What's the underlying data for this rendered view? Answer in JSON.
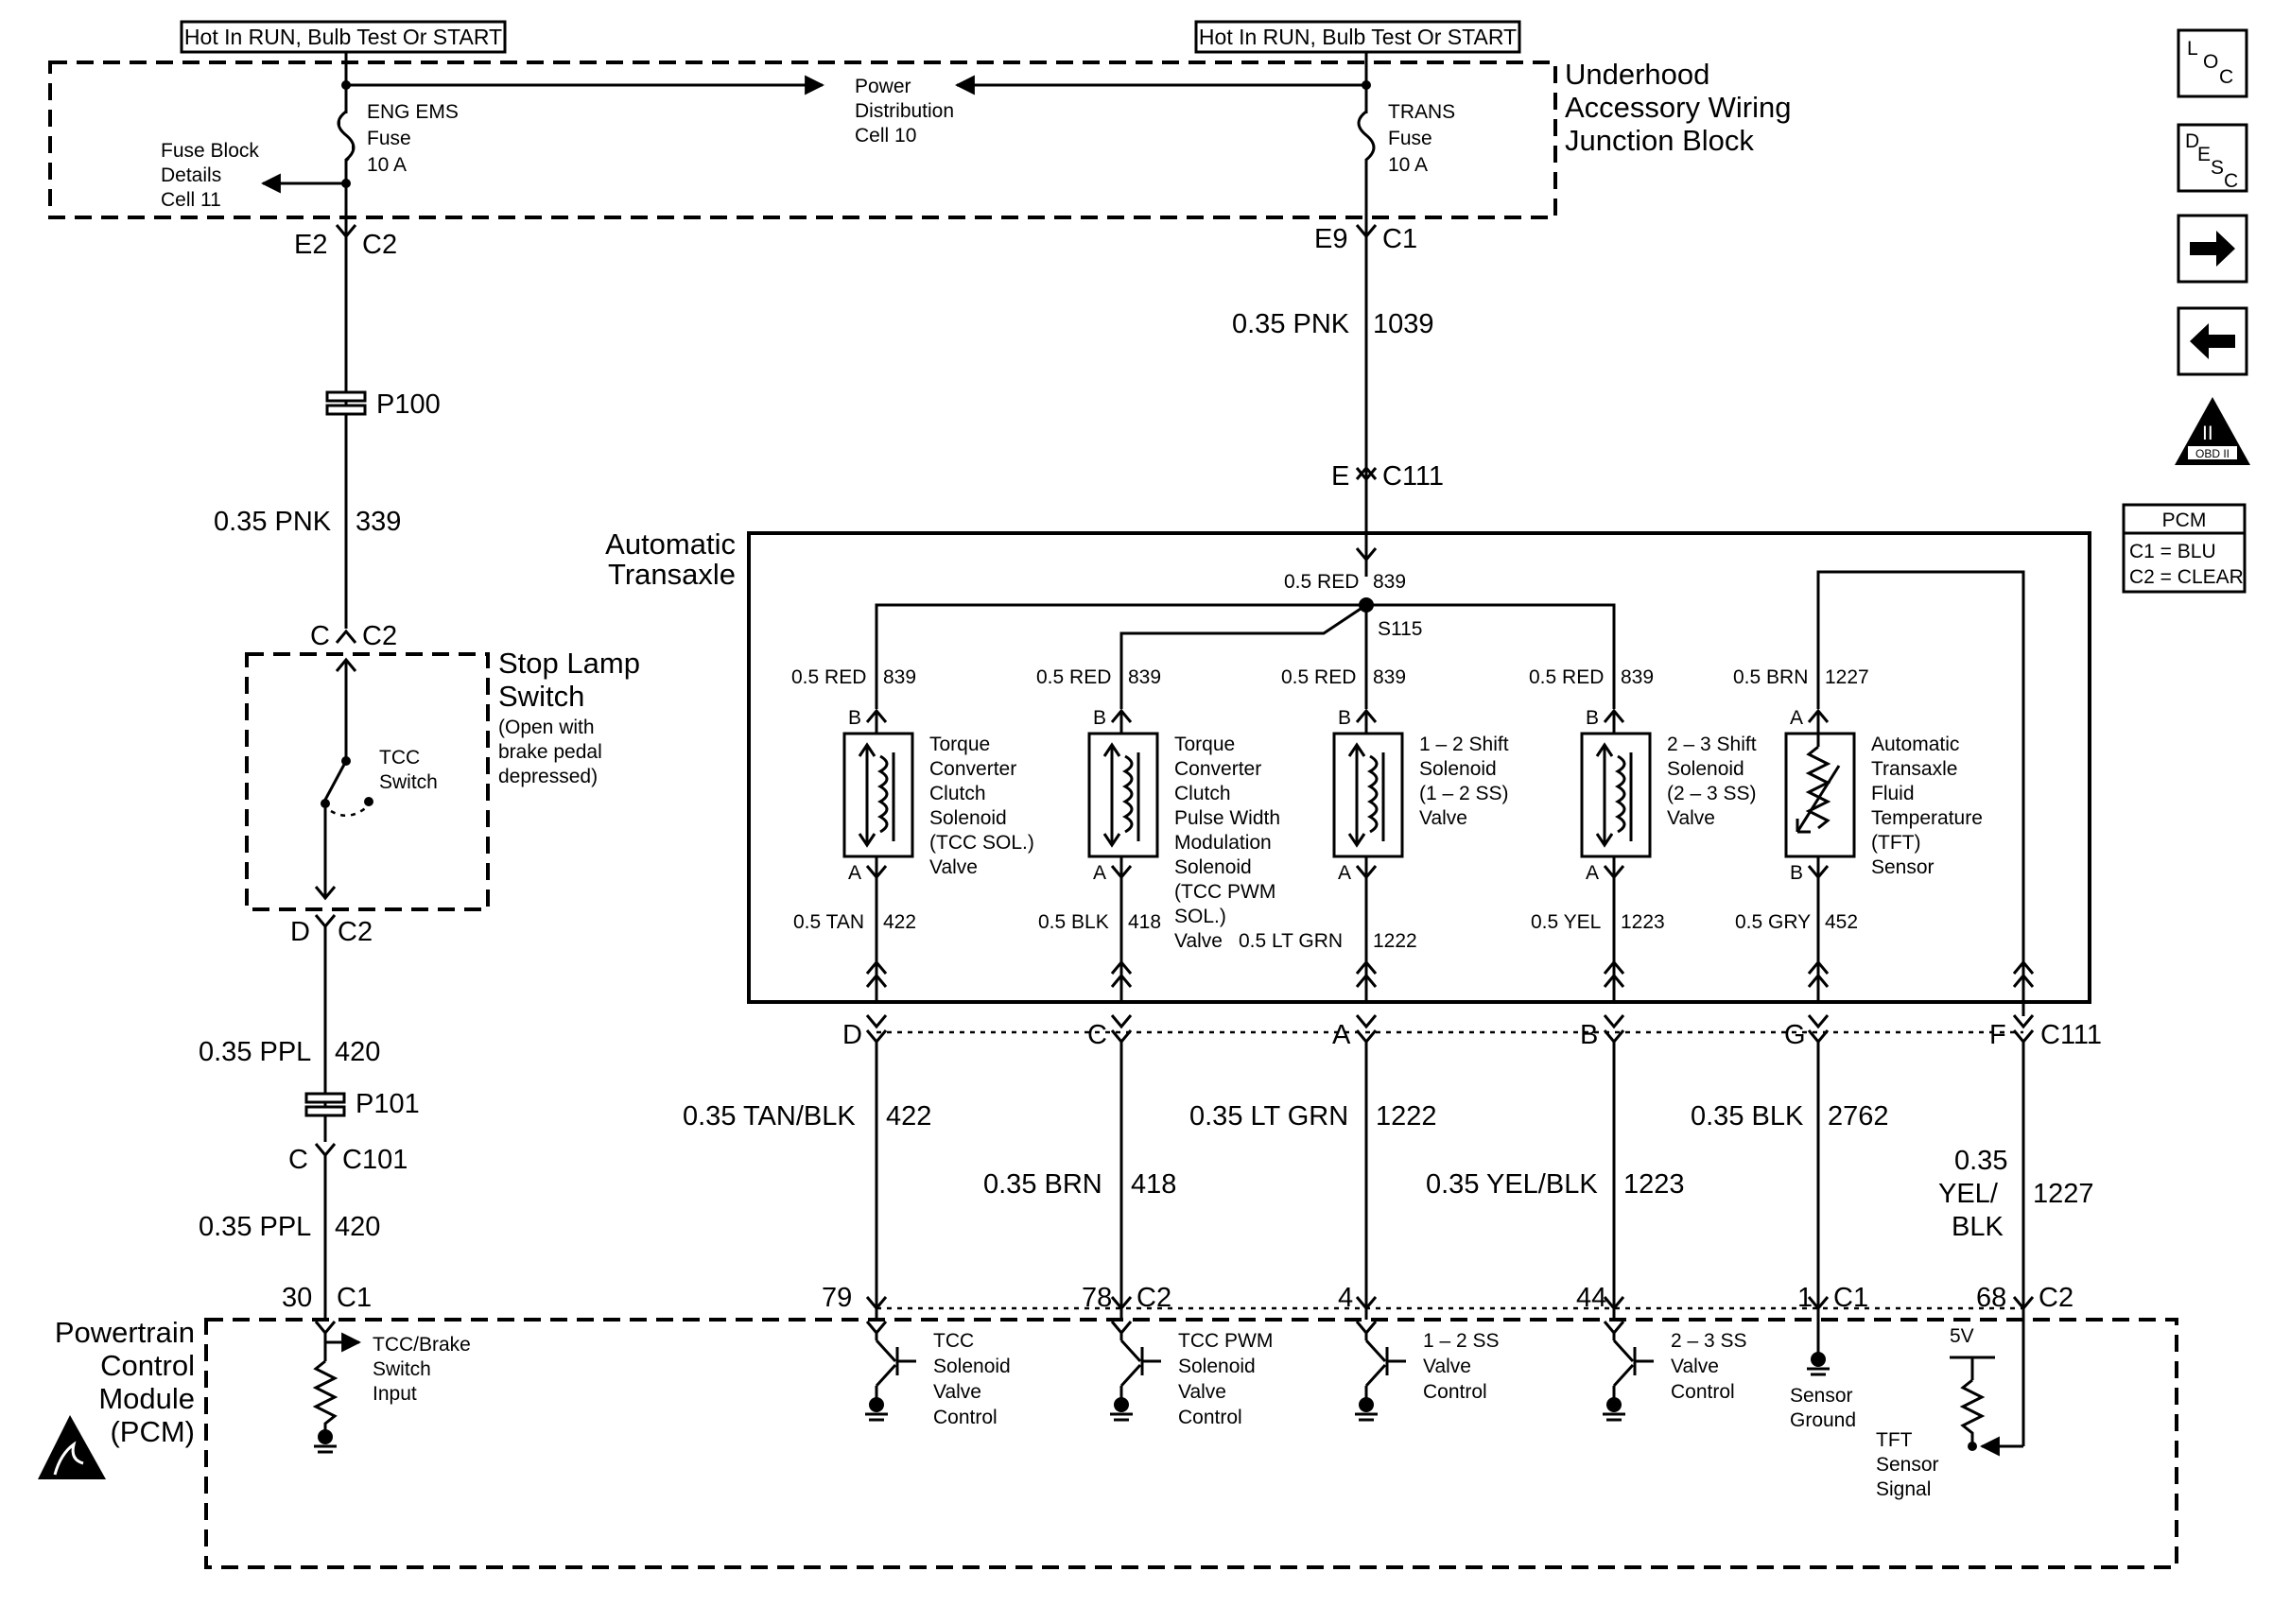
{
  "header": {
    "hot_left": "Hot In RUN, Bulb Test Or START",
    "hot_right": "Hot In RUN, Bulb Test Or START"
  },
  "junction_block": {
    "label": [
      "Underhood",
      "Accessory Wiring",
      "Junction Block"
    ],
    "power_dist": [
      "Power",
      "Distribution",
      "Cell 10"
    ],
    "fuse_block": [
      "Fuse Block",
      "Details",
      "Cell 11"
    ],
    "fuse_left": [
      "ENG EMS",
      "Fuse",
      "10 A"
    ],
    "fuse_right": [
      "TRANS",
      "Fuse",
      "10 A"
    ]
  },
  "connectors": {
    "e2": "E2",
    "c2_top": "C2",
    "e9": "E9",
    "c1_top": "C1",
    "p100": "P100",
    "c_stop": "C",
    "c2_stop": "C2",
    "d_stop": "D",
    "c2_stop_bot": "C2",
    "p101": "P101",
    "c_c101": "C",
    "c101": "C101",
    "e_c111": "E",
    "c111_top": "C111",
    "pin30": "30",
    "c1_pcm": "C1",
    "pin79": "79",
    "pin78": "78",
    "c2_pcm": "C2",
    "pin4": "4",
    "pin44": "44",
    "pin1": "1",
    "c1_pcm2": "C1",
    "pin68": "68",
    "c2_pcm2": "C2",
    "row_d": "D",
    "row_c": "C",
    "row_a": "A",
    "row_b": "B",
    "row_g": "G",
    "row_f": "F",
    "row_c111": "C111",
    "s115": "S115"
  },
  "wires": {
    "w339_gauge": "0.35 PNK",
    "w339_num": "339",
    "w1039_gauge": "0.35 PNK",
    "w1039_num": "1039",
    "w420a_gauge": "0.35 PPL",
    "w420a_num": "420",
    "w420b_gauge": "0.35 PPL",
    "w420b_num": "420",
    "w839_gauge": "0.5 RED",
    "w839_num": "839",
    "s1_top": "0.5 RED",
    "s1_top_n": "839",
    "s1_bot": "0.5 TAN",
    "s1_bot_n": "422",
    "s2_top": "0.5 RED",
    "s2_top_n": "839",
    "s2_bot": "0.5 BLK",
    "s2_bot_n": "418",
    "s3_top": "0.5 RED",
    "s3_top_n": "839",
    "s3_bot": "0.5 LT GRN",
    "s3_bot_n": "1222",
    "s4_top": "0.5 RED",
    "s4_top_n": "839",
    "s4_bot": "0.5 YEL",
    "s4_bot_n": "1223",
    "s5_top": "0.5 BRN",
    "s5_top_n": "1227",
    "s5_bot": "0.5 GRY",
    "s5_bot_n": "452",
    "o1": "0.35 TAN/BLK",
    "o1_n": "422",
    "o2": "0.35 BRN",
    "o2_n": "418",
    "o3": "0.35 LT GRN",
    "o3_n": "1222",
    "o4": "0.35 YEL/BLK",
    "o4_n": "1223",
    "o5": "0.35 BLK",
    "o5_n": "2762",
    "o6": [
      "0.35",
      "YEL/",
      "BLK"
    ],
    "o6_n": "1227"
  },
  "stop_lamp": {
    "title": [
      "Stop Lamp",
      "Switch"
    ],
    "note": [
      "(Open with",
      "brake pedal",
      "depressed)"
    ],
    "switch": [
      "TCC",
      "Switch"
    ]
  },
  "transaxle": {
    "label": [
      "Automatic",
      "Transaxle"
    ],
    "comp1": [
      "Torque",
      "Converter",
      "Clutch",
      "Solenoid",
      "(TCC SOL.)",
      "Valve"
    ],
    "comp2": [
      "Torque",
      "Converter",
      "Clutch",
      "Pulse Width",
      "Modulation",
      "Solenoid",
      "(TCC PWM",
      "SOL.)",
      "Valve"
    ],
    "comp3": [
      "1 – 2 Shift",
      "Solenoid",
      "(1 – 2 SS)",
      "Valve"
    ],
    "comp4": [
      "2 – 3 Shift",
      "Solenoid",
      "(2 – 3 SS)",
      "Valve"
    ],
    "comp5": [
      "Automatic",
      "Transaxle",
      "Fluid",
      "Temperature",
      "(TFT)",
      "Sensor"
    ],
    "pin_b": "B",
    "pin_a": "A"
  },
  "pcm": {
    "label": [
      "Powertrain",
      "Control",
      "Module",
      "(PCM)"
    ],
    "tcc_brake": [
      "TCC/Brake",
      "Switch",
      "Input"
    ],
    "d1": [
      "TCC",
      "Solenoid",
      "Valve",
      "Control"
    ],
    "d2": [
      "TCC PWM",
      "Solenoid",
      "Valve",
      "Control"
    ],
    "d3": [
      "1 – 2 SS",
      "Valve",
      "Control"
    ],
    "d4": [
      "2 – 3 SS",
      "Valve",
      "Control"
    ],
    "ground": [
      "Sensor",
      "Ground"
    ],
    "tft": [
      "TFT",
      "Sensor",
      "Signal"
    ],
    "v5": "5V"
  },
  "legend": {
    "title": "PCM",
    "c1": "C1 = BLU",
    "c2": "C2 = CLEAR"
  },
  "nav": {
    "loc": [
      "L",
      "O",
      "C"
    ],
    "desc": [
      "D",
      "E",
      "S",
      "C"
    ],
    "obd": "OBD II",
    "obd_roman": "II"
  }
}
